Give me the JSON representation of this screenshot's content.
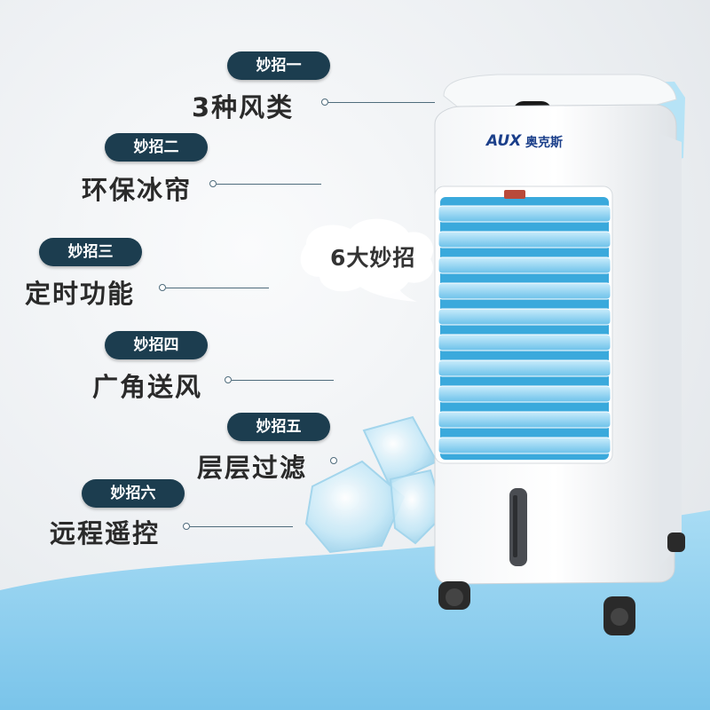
{
  "cloud_label": "6大妙招",
  "brand": {
    "logo": "AUX",
    "name_cn": "奥克斯"
  },
  "features": [
    {
      "badge": "妙招一",
      "text": "3种风类"
    },
    {
      "badge": "妙招二",
      "text": "环保冰帘"
    },
    {
      "badge": "妙招三",
      "text": "定时功能"
    },
    {
      "badge": "妙招四",
      "text": "广角送风"
    },
    {
      "badge": "妙招五",
      "text": "层层过滤"
    },
    {
      "badge": "妙招六",
      "text": "远程遥控"
    }
  ],
  "colors": {
    "badge_bg": "#1c3d4f",
    "product_blue": "#8fd0ec",
    "wave_blue": "#9ad6f2"
  }
}
